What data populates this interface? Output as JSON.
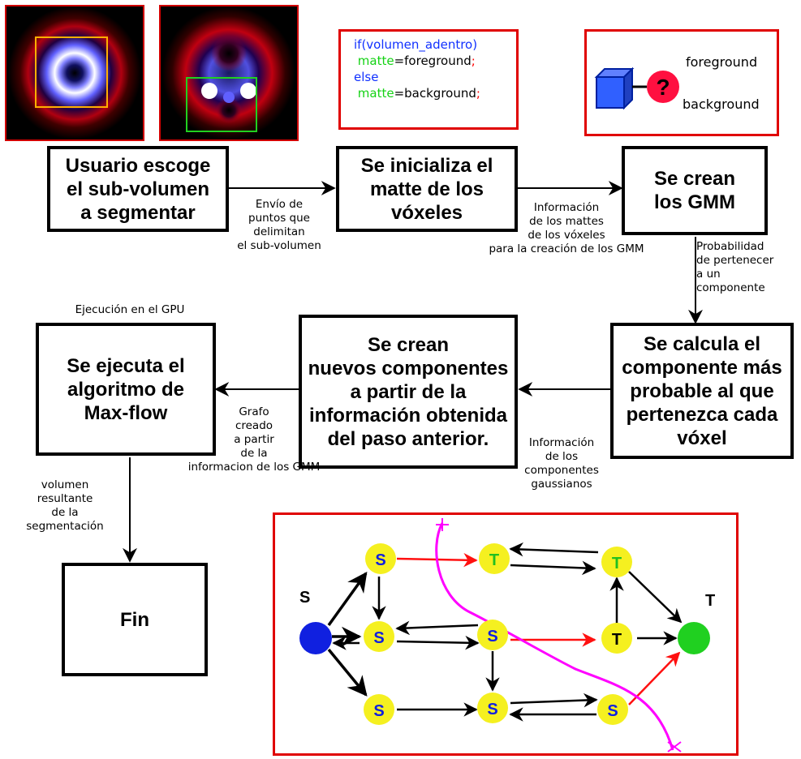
{
  "thumbnails": {
    "left": {
      "name": "volume-render-ring",
      "frame_color": "#d00000",
      "selection_color": "#ffb000"
    },
    "right": {
      "name": "volume-render-dots",
      "frame_color": "#d00000",
      "selection_color": "#20d020"
    }
  },
  "code_box": {
    "lines": [
      {
        "a": "if",
        "b": "(volumen_adentro)",
        "c": ""
      },
      {
        "a": " matte",
        "b": "=foreground",
        "c": ";"
      },
      {
        "a": "else",
        "b": "",
        "c": ""
      },
      {
        "a": " matte",
        "b": "=background",
        "c": ";"
      }
    ]
  },
  "voxel_box": {
    "foreground": "foreground",
    "background": "background",
    "question": "?"
  },
  "boxes": {
    "user": "Usuario escoge\nel sub-volumen\na segmentar",
    "init": "Se inicializa el\nmatte de los\nvóxeles",
    "gmm": "Se crean\nlos GMM",
    "calc": "Se calcula el\ncomponente más\nprobable al que\npertenezca cada\nvóxel",
    "new": "Se crean\nnuevos componentes\na partir de la\ninformación obtenida\ndel paso anterior.",
    "maxflow": "Se ejecuta el\nalgoritmo de\nMax-flow",
    "fin": "Fin"
  },
  "labels": {
    "envio": "Envío de\npuntos que\ndelimitan\nel sub-volumen",
    "info_mattes": "Información\nde los mattes\nde los vóxeles\npara la creación de los GMM",
    "probabilidad": "Probabilidad\nde pertenecer\na un\ncomponente",
    "gpu": "Ejecución en el GPU",
    "info_comp": "Información\nde los\ncomponentes\ngaussianos",
    "grafo": "Grafo\ncreado\na partir\nde la\ninformacion de los GMM",
    "volumen": "volumen\nresultante\nde la\nsegmentación"
  },
  "graph": {
    "source_label": "S",
    "sink_label": "T",
    "nodes": [
      {
        "id": "n1",
        "label": "S"
      },
      {
        "id": "n2",
        "label": "T"
      },
      {
        "id": "n3",
        "label": "T"
      },
      {
        "id": "n4",
        "label": "S"
      },
      {
        "id": "n5",
        "label": "S"
      },
      {
        "id": "n6",
        "label": "T"
      },
      {
        "id": "n7",
        "label": "S"
      },
      {
        "id": "n8",
        "label": "S"
      },
      {
        "id": "n9",
        "label": "S"
      }
    ],
    "colors": {
      "node": "#f5f020",
      "source": "#1020e0",
      "sink": "#20d020",
      "cut": "#ff00ff",
      "edge_cut": "#ff1010"
    }
  }
}
